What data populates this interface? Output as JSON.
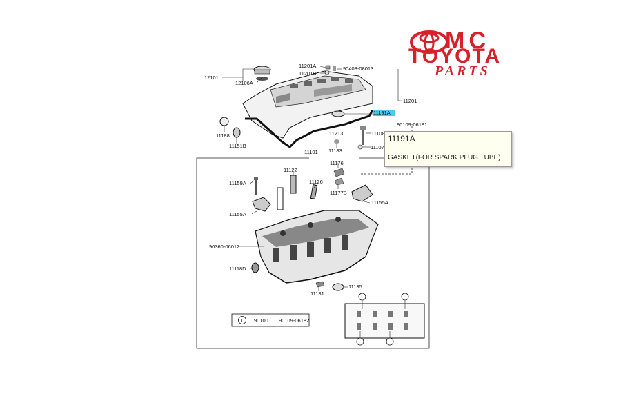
{
  "brand": {
    "top": "MC",
    "middle": "TOYOTA",
    "bottom": "PARTS",
    "color": "#d8202a"
  },
  "tooltip": {
    "code": "11191A",
    "description": "GASKET(FOR SPARK PLUG TUBE)"
  },
  "highlight_color": "#4fc8ee",
  "labels": {
    "l12101": "12101",
    "l12106A": "12106A",
    "l11201A": "11201A",
    "l11201B": "11201B",
    "l90408": "90408-08013",
    "l11201": "11201",
    "l11191A": "11191A",
    "l90109": "90109-06181",
    "l11188": "11188",
    "l11151B": "11151B",
    "l11213": "11213",
    "l11108": "11108",
    "l11107": "11107",
    "l11183": "11183",
    "l11101": "11101",
    "l11176": "11176",
    "l11122": "11122",
    "l11159A": "11159A",
    "l11126": "11126",
    "l11177B": "11177B",
    "l11155A_r": "11155A",
    "l11155A_l": "11155A",
    "l90360": "90360-06012",
    "l11118D": "11118D",
    "l11135": "11135",
    "l11131": "11131",
    "l90109b": "90109-06182",
    "kit_label": "1",
    "kit_code": "90100"
  }
}
